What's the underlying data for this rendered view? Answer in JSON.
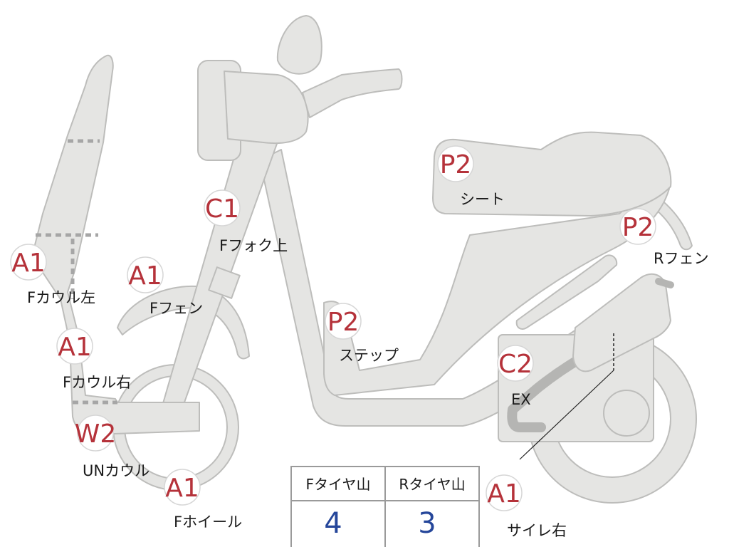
{
  "colors": {
    "body_fill": "#e5e5e3",
    "body_stroke": "#bdbdbb",
    "dark_part": "#b5b5b3",
    "code_text": "#b5323a",
    "tire_value": "#25469a",
    "table_border": "#9a9a9a"
  },
  "markers": [
    {
      "id": "front-cowl-left",
      "code": "A1",
      "label": "Fカウル左"
    },
    {
      "id": "front-cowl-right",
      "code": "A1",
      "label": "Fカウル右"
    },
    {
      "id": "under-cowl",
      "code": "W2",
      "label": "UNカウル"
    },
    {
      "id": "front-fender",
      "code": "A1",
      "label": "Fフェン"
    },
    {
      "id": "front-fork-upper",
      "code": "C1",
      "label": "Fフォク上"
    },
    {
      "id": "front-wheel",
      "code": "A1",
      "label": "Fホイール"
    },
    {
      "id": "step",
      "code": "P2",
      "label": "ステップ"
    },
    {
      "id": "seat",
      "code": "P2",
      "label": "シート"
    },
    {
      "id": "rear-fender",
      "code": "P2",
      "label": "Rフェン"
    },
    {
      "id": "exhaust",
      "code": "C2",
      "label": "EX"
    },
    {
      "id": "muffler-right",
      "code": "A1",
      "label": "サイレ右"
    }
  ],
  "tire_table": {
    "headers": [
      "Fタイヤ山",
      "Rタイヤ山"
    ],
    "values": [
      "4",
      "3"
    ]
  }
}
